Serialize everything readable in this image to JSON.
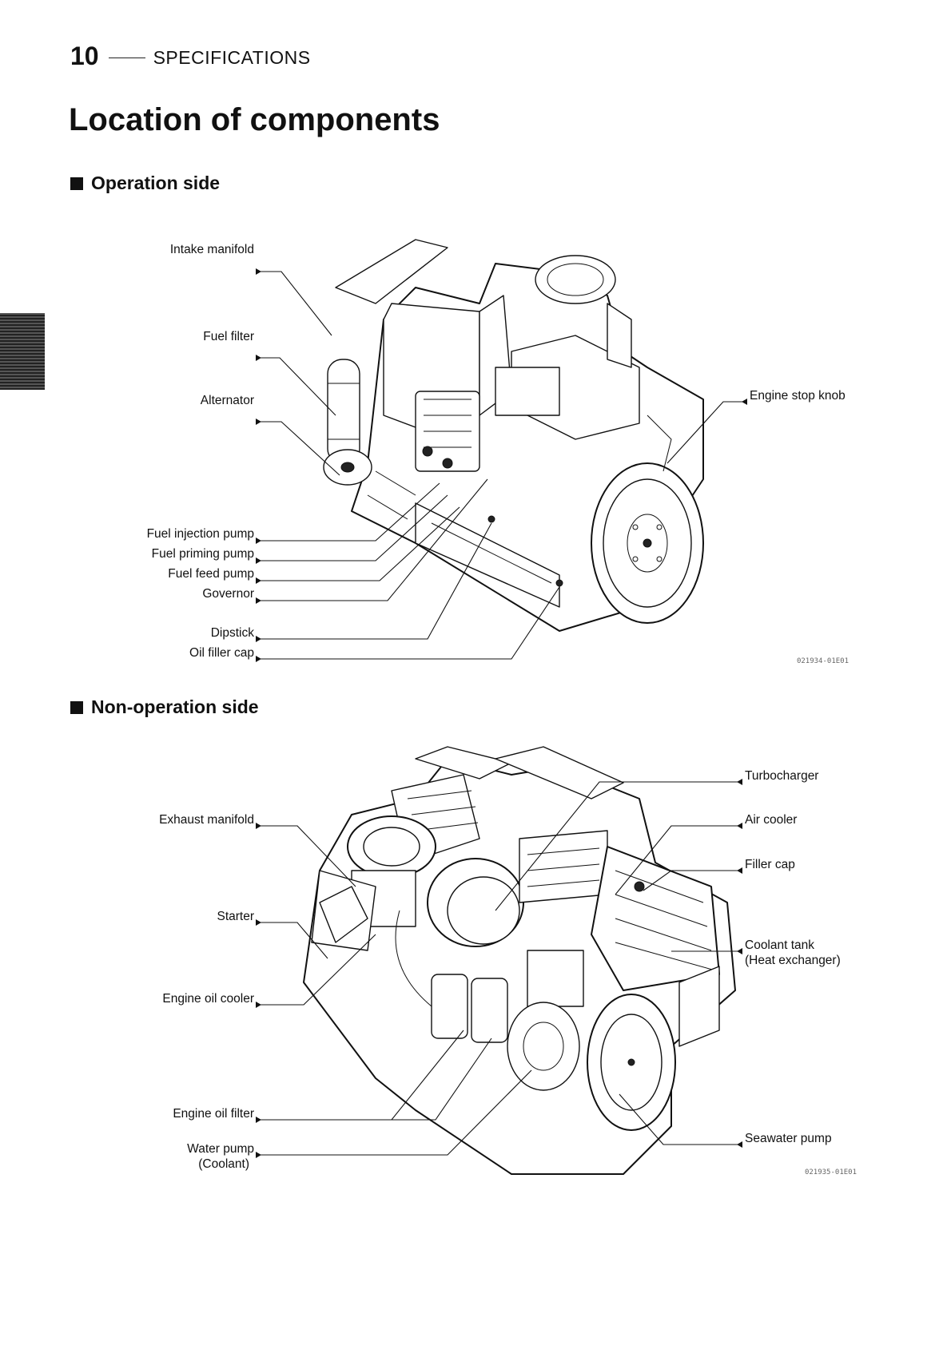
{
  "header": {
    "page_number": "10",
    "section": "SPECIFICATIONS"
  },
  "title": "Location of components",
  "operation_side": {
    "heading": "Operation side",
    "labels_left": {
      "intake_manifold": "Intake manifold",
      "fuel_filter": "Fuel filter",
      "alternator": "Alternator",
      "fuel_injection_pump": "Fuel injection pump",
      "fuel_priming_pump": "Fuel priming pump",
      "fuel_feed_pump": "Fuel feed pump",
      "governor": "Governor",
      "dipstick": "Dipstick",
      "oil_filler_cap": "Oil filler cap"
    },
    "labels_right": {
      "engine_stop_knob": "Engine stop knob"
    },
    "figure_code": "021934-01E01"
  },
  "non_operation_side": {
    "heading": "Non-operation side",
    "labels_left": {
      "exhaust_manifold": "Exhaust manifold",
      "starter": "Starter",
      "engine_oil_cooler": "Engine oil cooler",
      "engine_oil_filter": "Engine oil filter",
      "water_pump": "Water pump",
      "water_pump_sub": "(Coolant)"
    },
    "labels_right": {
      "turbocharger": "Turbocharger",
      "air_cooler": "Air cooler",
      "filler_cap": "Filler cap",
      "coolant_tank": "Coolant tank",
      "coolant_tank_sub": "(Heat exchanger)",
      "seawater_pump": "Seawater pump"
    },
    "figure_code": "021935-01E01"
  },
  "icons": {
    "bullet": "square-bullet-icon",
    "label_pointer": "triangle-arrow-icon"
  }
}
